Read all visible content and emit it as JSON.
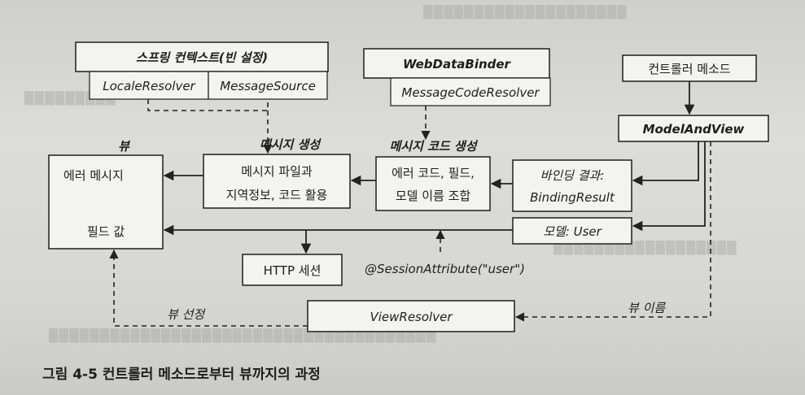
{
  "boxes": {
    "spring_context": {
      "title": "스프링 컨텍스트(빈 설정)",
      "left": "LocaleResolver",
      "right": "MessageSource"
    },
    "web_data_binder": {
      "title": "WebDataBinder",
      "sub": "MessageCodeResolver"
    },
    "controller_method": "컨트롤러 메소드",
    "model_and_view": "ModelAndView",
    "view": {
      "title": "뷰",
      "error_message": "에러 메시지",
      "field_value": "필드 값"
    },
    "message_generation": {
      "heading": "메시지 생성",
      "line1": "메시지 파일과",
      "line2": "지역정보, 코드 활용"
    },
    "message_code_generation": {
      "heading": "메시지 코드 생성",
      "line1": "에러 코드, 필드,",
      "line2": "모델 이름 조합"
    },
    "binding_result": {
      "line1": "바인딩 결과:",
      "line2": "BindingResult"
    },
    "model_user": "모델: User",
    "http_session": "HTTP 세션",
    "session_attribute": "@SessionAttribute(\"user\")",
    "view_resolver": "ViewResolver"
  },
  "labels": {
    "view_selection": "뷰 선정",
    "view_name": "뷰 이름"
  },
  "caption": "그림 4-5 컨트롤러 메소드로부터 뷰까지의 과정"
}
